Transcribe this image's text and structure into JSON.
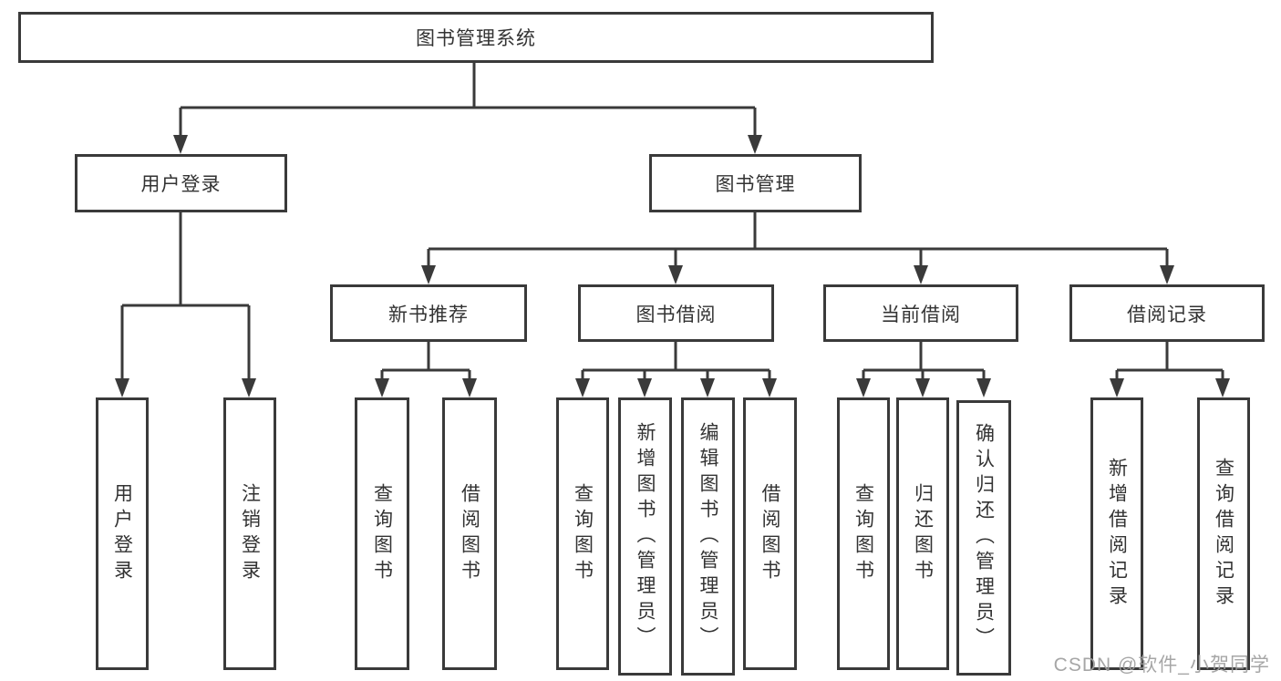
{
  "diagram": {
    "root": {
      "label": "图书管理系统"
    },
    "branches": [
      {
        "label": "用户登录",
        "leaves": [
          "用户登录",
          "注销登录"
        ]
      },
      {
        "label": "图书管理",
        "groups": [
          {
            "label": "新书推荐",
            "leaves": [
              "查询图书",
              "借阅图书"
            ]
          },
          {
            "label": "图书借阅",
            "leaves": [
              "查询图书",
              "新增图书（管理员）",
              "编辑图书（管理员）",
              "借阅图书"
            ]
          },
          {
            "label": "当前借阅",
            "leaves": [
              "查询图书",
              "归还图书",
              "确认归还（管理员）"
            ]
          },
          {
            "label": "借阅记录",
            "leaves": [
              "新增借阅记录",
              "查询借阅记录"
            ]
          }
        ]
      }
    ]
  },
  "watermark": "CSDN @软件_小贺同学",
  "colors": {
    "line": "#3a3a3a",
    "box_border": "#3a3a3a",
    "text": "#333333",
    "watermark": "#9e9e9e",
    "background": "#ffffff"
  }
}
